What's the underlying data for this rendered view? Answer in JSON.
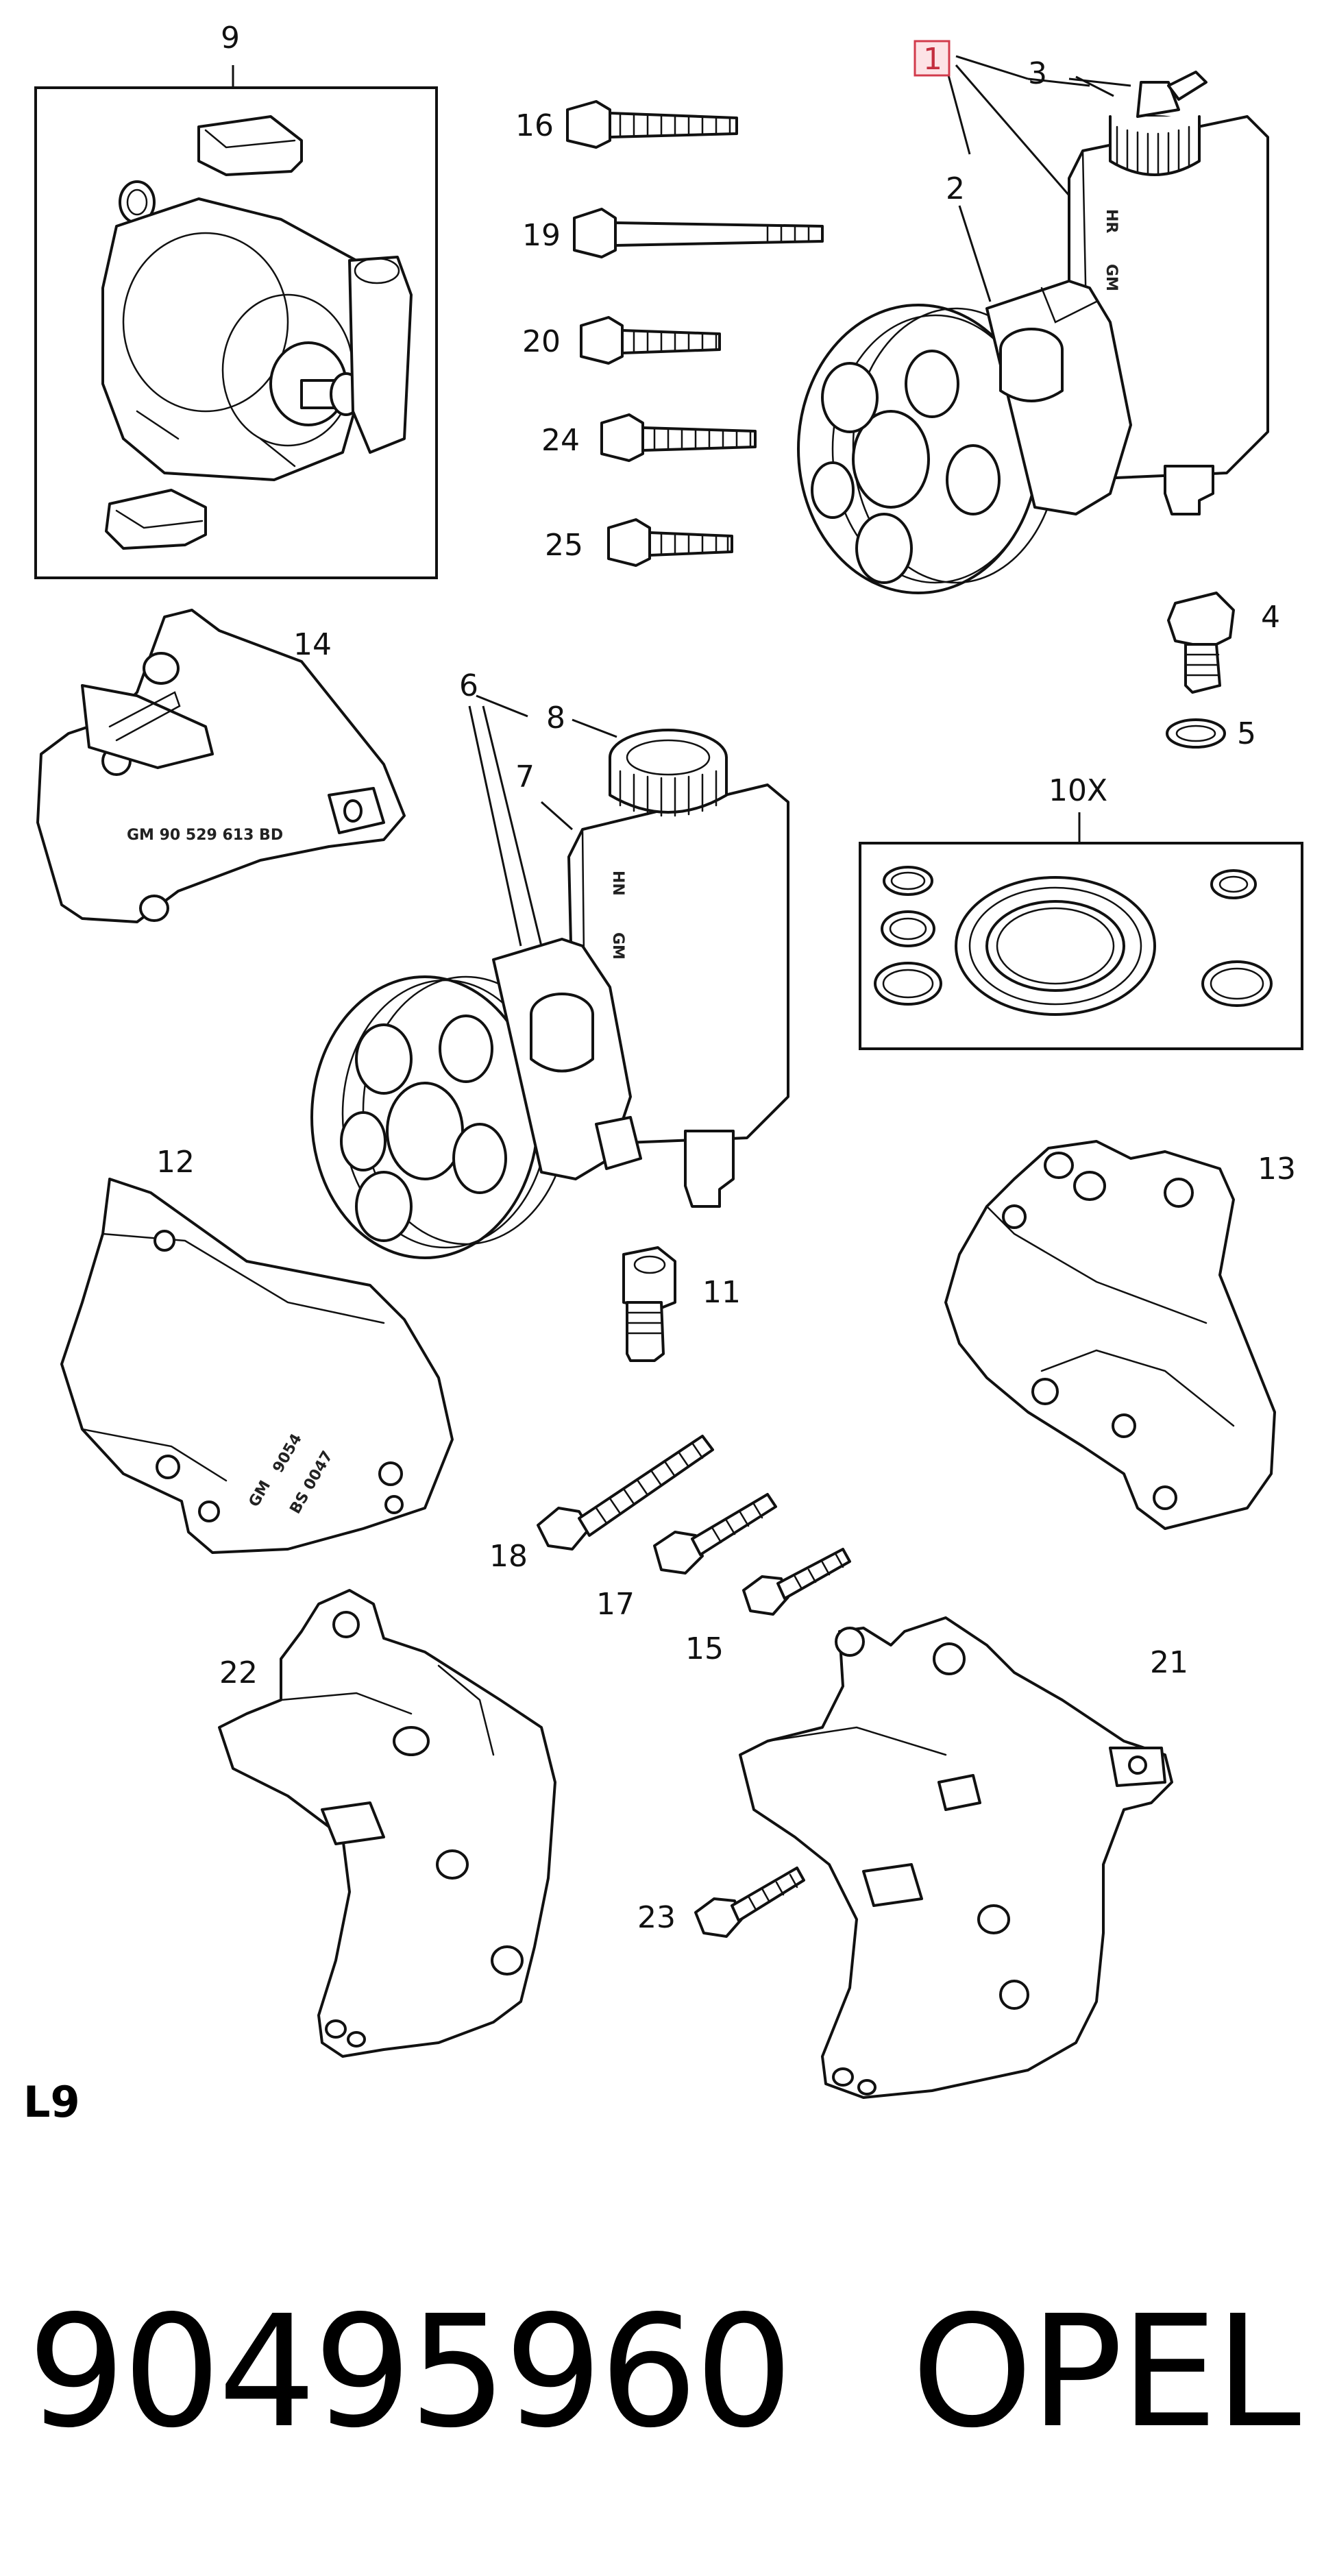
{
  "callouts": {
    "c1": "1",
    "c2": "2",
    "c3": "3",
    "c4": "4",
    "c5": "5",
    "c6": "6",
    "c7": "7",
    "c8": "8",
    "c9": "9",
    "c10x": "10X",
    "c11": "11",
    "c12": "12",
    "c13": "13",
    "c14": "14",
    "c15": "15",
    "c16": "16",
    "c17": "17",
    "c18": "18",
    "c19": "19",
    "c20": "20",
    "c21": "21",
    "c22": "22",
    "c23": "23",
    "c24": "24",
    "c25": "25"
  },
  "highlighted_callout": "1",
  "engravings": {
    "reservoir_top": "HR",
    "reservoir_top_logo": "GM",
    "reservoir_mid": "HN",
    "reservoir_mid_logo": "GM",
    "bracket14_text": "GM 90 529 613 BD",
    "bracket12_logo": "GM",
    "bracket12_code1": "9054",
    "bracket12_code2": "BS 0047"
  },
  "colors": {
    "highlight_border": "#d23b4c",
    "highlight_fill": "#fde3e6",
    "ink": "#111111"
  },
  "view_code": "L9",
  "footer": {
    "part_number": "90495960",
    "brand": "OPEL"
  }
}
